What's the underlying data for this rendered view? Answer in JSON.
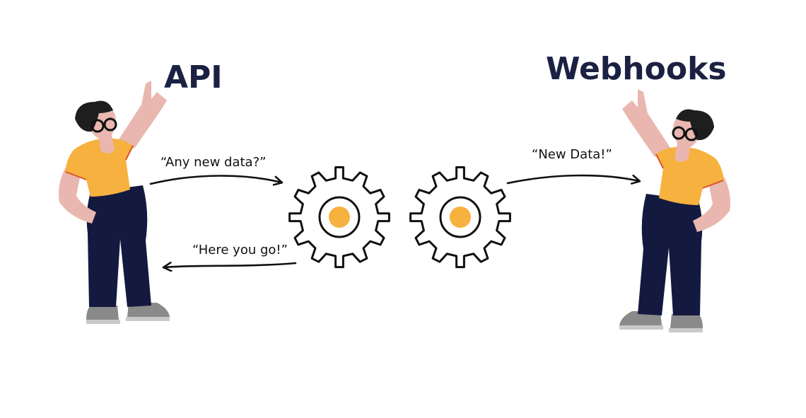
{
  "labels": {
    "api_title": "API",
    "webhooks_title": "Webhooks",
    "api_request": "“Any new data?”",
    "api_response": "“Here you go!”",
    "webhook_push": "“New Data!”"
  },
  "icons": {
    "person": "person-pointing-icon",
    "gear": "gear-icon",
    "arrow": "arrow-icon"
  },
  "colors": {
    "title_text": "#1b2142",
    "shirt": "#f6b13f",
    "gear_center": "#f6b13f",
    "pants": "#14193f",
    "skin": "#e9b7b0",
    "hair": "#1e1e1e",
    "shoe": "#8a8a8a",
    "outline": "#111111"
  }
}
